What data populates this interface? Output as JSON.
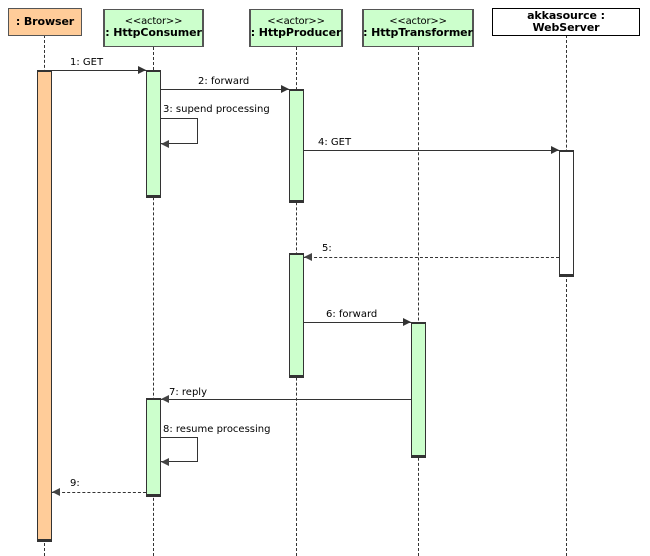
{
  "diagram": {
    "title": "UML Sequence Diagram",
    "type": "sequence-diagram",
    "colors": {
      "actor_fill": "#ccffcc",
      "browser_fill": "#ffcc99",
      "server_fill": "#ffffff",
      "line": "#333333"
    }
  },
  "participants": [
    {
      "id": "browser",
      "stereotype": "",
      "name": ": Browser",
      "style": "orange"
    },
    {
      "id": "consumer",
      "stereotype": "<<actor>>",
      "name": ": HttpConsumer",
      "style": "green"
    },
    {
      "id": "producer",
      "stereotype": "<<actor>>",
      "name": ": HttpProducer",
      "style": "green"
    },
    {
      "id": "transformer",
      "stereotype": "<<actor>>",
      "name": ": HttpTransformer",
      "style": "green"
    },
    {
      "id": "webserver",
      "stereotype": "",
      "name": "akkasource : WebServer",
      "style": "plain"
    }
  ],
  "messages": [
    {
      "seq": "1",
      "label": "1: GET",
      "from": "browser",
      "to": "consumer",
      "kind": "call"
    },
    {
      "seq": "2",
      "label": "2: forward",
      "from": "consumer",
      "to": "producer",
      "kind": "call"
    },
    {
      "seq": "3",
      "label": "3: supend processing",
      "from": "consumer",
      "to": "consumer",
      "kind": "self"
    },
    {
      "seq": "4",
      "label": "4: GET",
      "from": "producer",
      "to": "webserver",
      "kind": "call"
    },
    {
      "seq": "5",
      "label": "5:",
      "from": "webserver",
      "to": "producer",
      "kind": "return"
    },
    {
      "seq": "6",
      "label": "6: forward",
      "from": "producer",
      "to": "transformer",
      "kind": "call"
    },
    {
      "seq": "7",
      "label": "7: reply",
      "from": "transformer",
      "to": "consumer",
      "kind": "call"
    },
    {
      "seq": "8",
      "label": "8: resume processing",
      "from": "consumer",
      "to": "consumer",
      "kind": "self"
    },
    {
      "seq": "9",
      "label": "9:",
      "from": "consumer",
      "to": "browser",
      "kind": "return"
    }
  ]
}
